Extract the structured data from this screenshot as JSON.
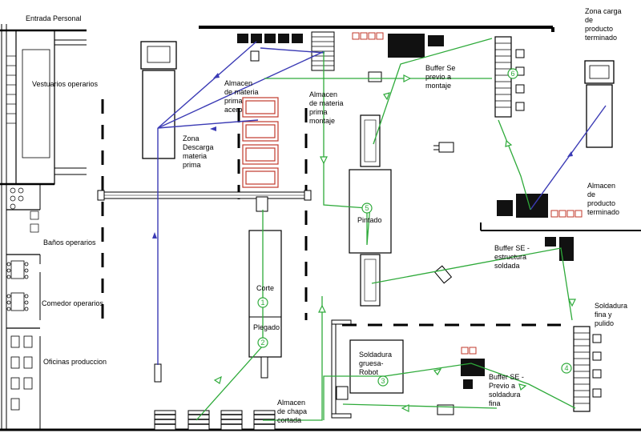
{
  "labels": {
    "entrada": "Entrada Personal",
    "vestuarios": "Vestuarios operarios",
    "banos": "Baños operarios",
    "comedor": "Comedor operarios",
    "oficinas": "Oficinas produccion",
    "almacen_acero": [
      "Almacen",
      "de materia",
      "prima",
      "acero"
    ],
    "almacen_montaje": [
      "Almacen",
      "de materia",
      "prima",
      "montaje"
    ],
    "zona_descarga": [
      "Zona",
      "Descarga",
      "materia",
      "prima"
    ],
    "buffer_montaje": [
      "Buffer Se",
      "previo a",
      "montaje"
    ],
    "zona_carga": [
      "Zona carga",
      "de",
      "producto",
      "terminado"
    ],
    "almacen_terminado": [
      "Almacen",
      "de",
      "producto",
      "terminado"
    ],
    "pintado": "Pintado",
    "corte": "Corte",
    "plegado": "Plegado",
    "buffer_soldada": [
      "Buffer SE -",
      "estructura",
      "soldada"
    ],
    "soldadura_fina": [
      "Soldadura",
      "fina y",
      "pulido"
    ],
    "soldadura_gruesa": [
      "Soldadura",
      "gruesa-",
      "Robot"
    ],
    "buffer_soldadura_fina": [
      "Buffer SE -",
      "Previo a",
      "soldadura",
      "fina"
    ],
    "almacen_chapa": [
      "Almacen",
      "de chapa",
      "cortada"
    ]
  },
  "stations": [
    "1",
    "2",
    "3",
    "4",
    "5",
    "6"
  ],
  "colors": {
    "flow_material": "#2eaa3a",
    "flow_logistics": "#3b3bb5",
    "rack": "#c0392b",
    "walls": "#000000"
  }
}
